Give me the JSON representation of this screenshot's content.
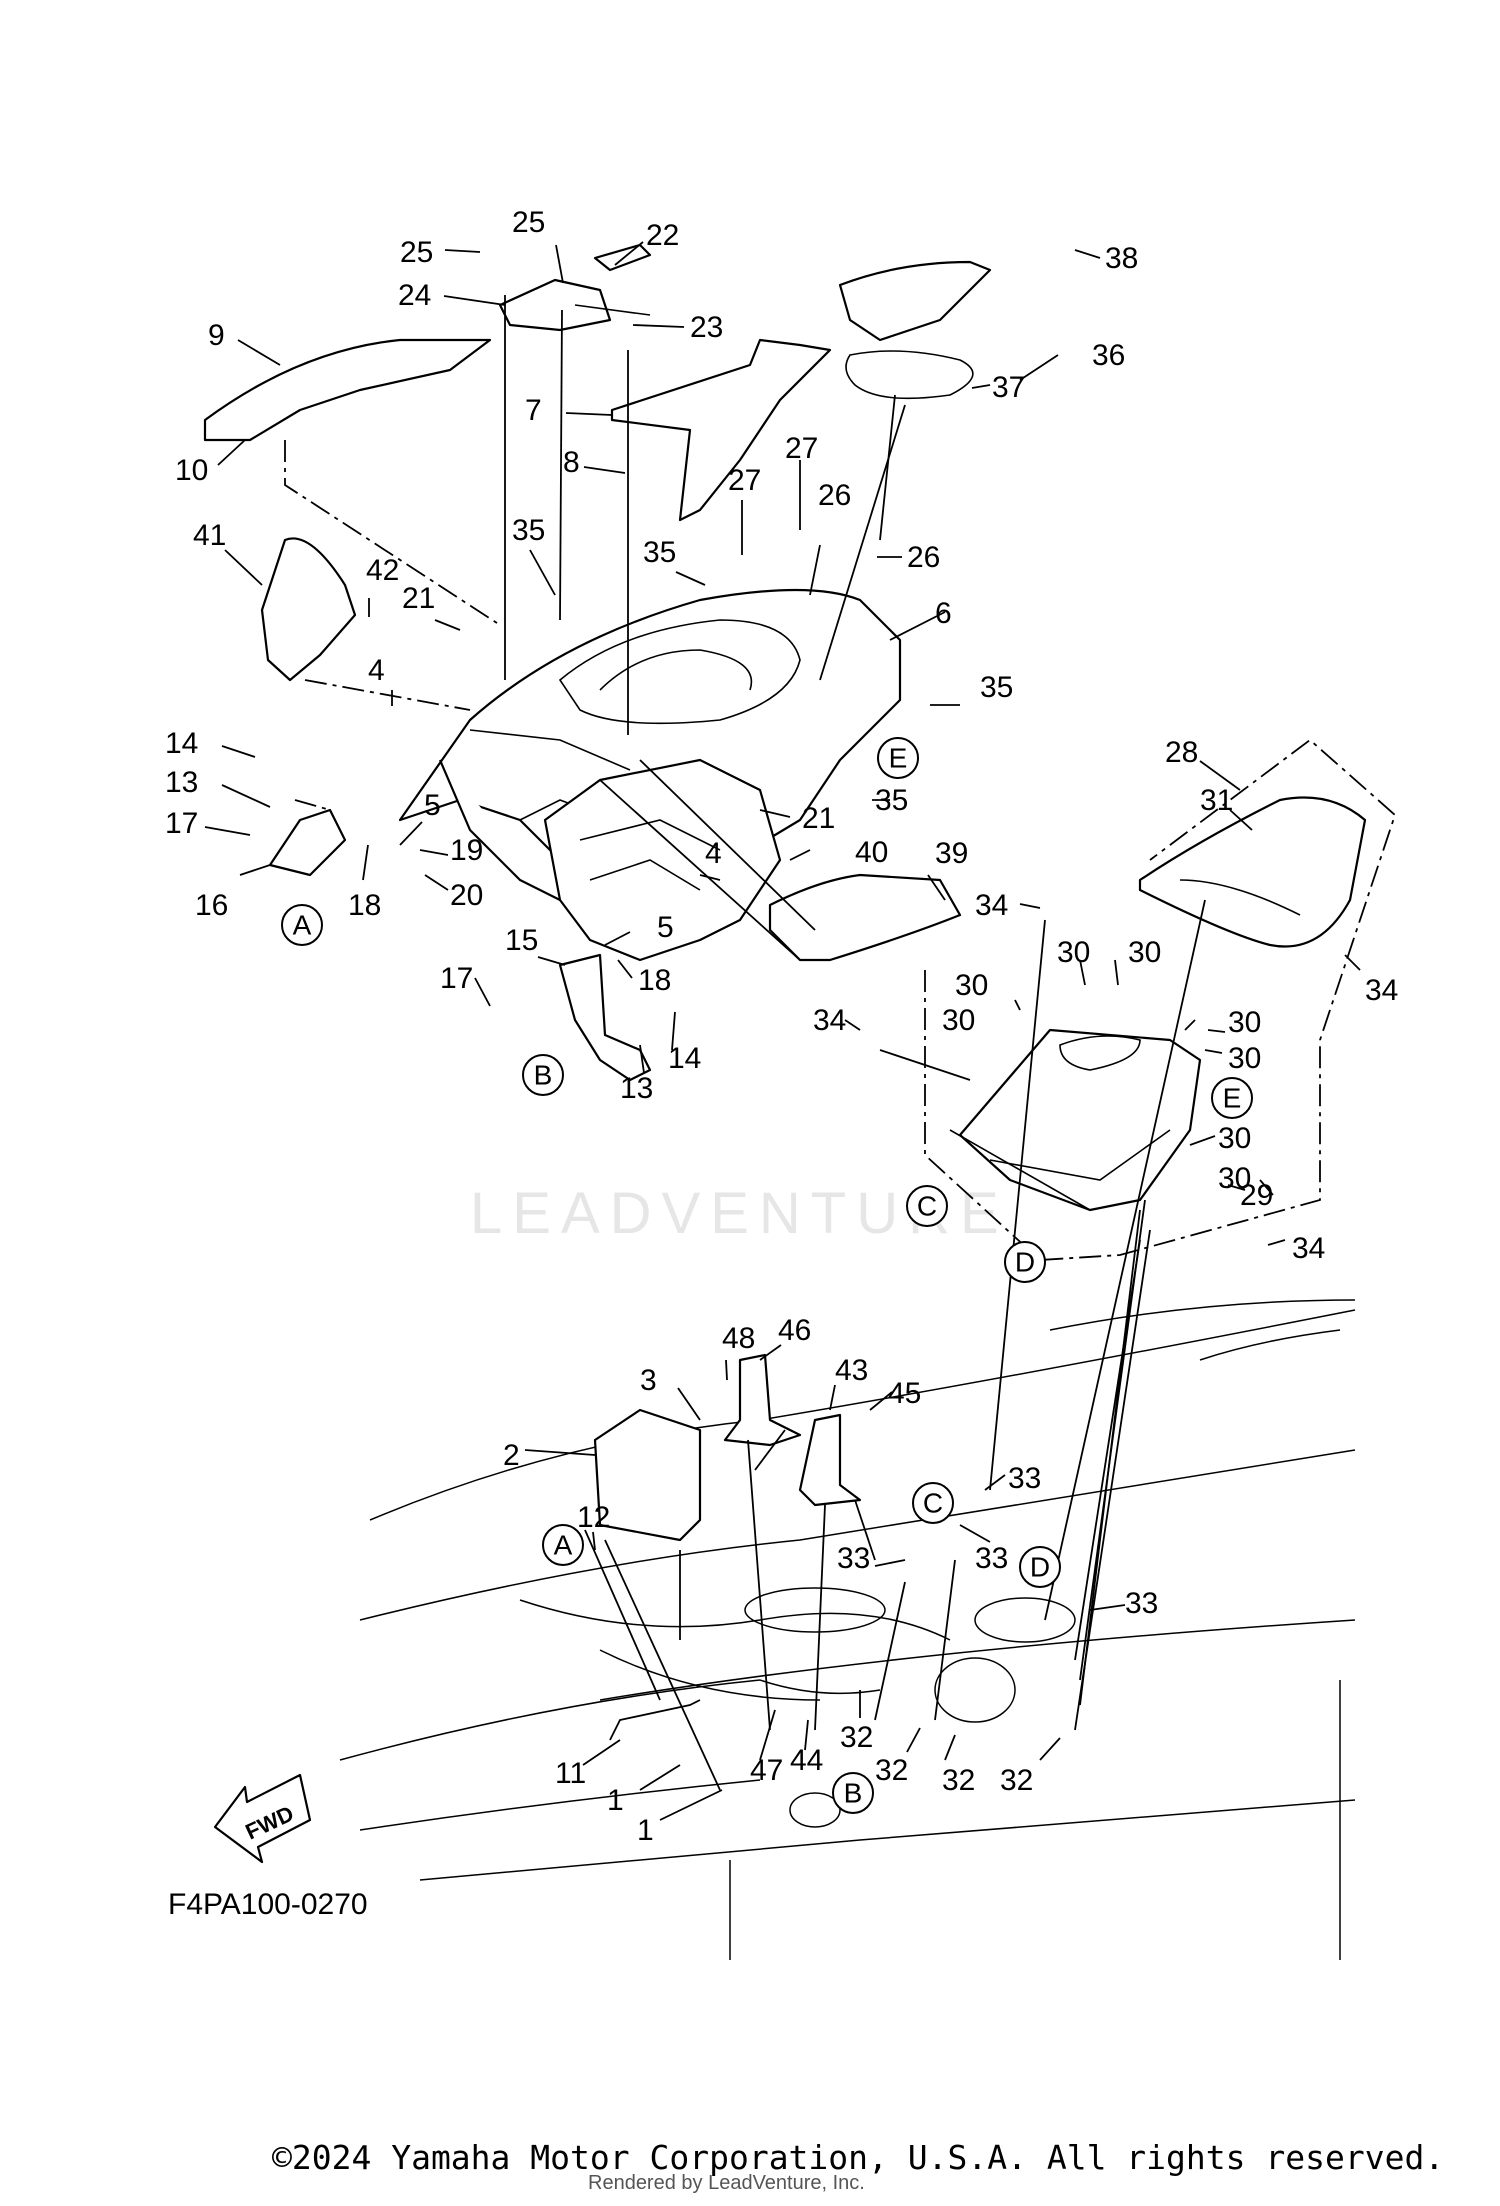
{
  "diagram_code": "F4PA100-0270",
  "copyright": "©2024 Yamaha Motor Corporation, U.S.A. All rights reserved.",
  "rendered_by": "Rendered by LeadVenture, Inc.",
  "watermark": "LEADVENTURE",
  "fwd_label": "FWD",
  "callouts": [
    "25",
    "25",
    "22",
    "24",
    "23",
    "9",
    "10",
    "38",
    "36",
    "37",
    "7",
    "8",
    "27",
    "27",
    "26",
    "26",
    "35",
    "35",
    "6",
    "41",
    "42",
    "21",
    "4",
    "35",
    "14",
    "13",
    "17",
    "16",
    "5",
    "19",
    "20",
    "18",
    "21",
    "35",
    "40",
    "39",
    "4",
    "5",
    "15",
    "18",
    "17",
    "14",
    "13",
    "28",
    "31",
    "34",
    "34",
    "30",
    "30",
    "30",
    "30",
    "30",
    "30",
    "30",
    "30",
    "34",
    "29",
    "34",
    "48",
    "46",
    "43",
    "45",
    "3",
    "2",
    "12",
    "33",
    "33",
    "33",
    "33",
    "11",
    "1",
    "1",
    "47",
    "44",
    "32",
    "32",
    "32",
    "32"
  ],
  "refs": [
    "A",
    "A",
    "B",
    "B",
    "C",
    "C",
    "D",
    "D",
    "E",
    "E"
  ]
}
